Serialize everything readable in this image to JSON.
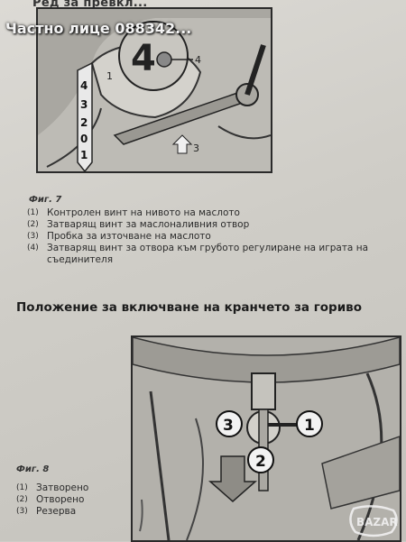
{
  "watermark": "Частно лице 088342...",
  "top_heading": "Ред за превкл...",
  "figure7": {
    "label": "Фиг. 7",
    "callouts": {
      "gear_numbers": [
        "4",
        "3",
        "2",
        "0",
        "1"
      ],
      "dial": "4",
      "arrow_label": "4",
      "bottom_arrow_label": "3",
      "box_label": "1"
    },
    "items": [
      {
        "num": "(1)",
        "text": "Контролен винт на нивото на маслото"
      },
      {
        "num": "(2)",
        "text": "Затварящ винт за маслоналивния отвор"
      },
      {
        "num": "(3)",
        "text": "Пробка за източване на маслото"
      },
      {
        "num": "(4)",
        "text": "Затварящ винт за отвора към грубото регулиране на играта на съединителя"
      }
    ]
  },
  "section_heading": "Положение за включване на кранчето за гориво",
  "figure8": {
    "label": "Фиг. 8",
    "callouts": [
      "3",
      "1",
      "2"
    ],
    "items": [
      {
        "num": "(1)",
        "text": "Затворено"
      },
      {
        "num": "(2)",
        "text": "Отворено"
      },
      {
        "num": "(3)",
        "text": "Резерва"
      }
    ]
  },
  "logo_text": "BAZAR"
}
